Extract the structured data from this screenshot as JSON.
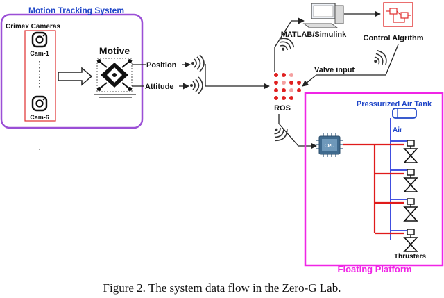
{
  "motion_system": {
    "title": "Motion Tracking System",
    "cameras_label": "Crimex Cameras",
    "cam_first": "Cam-1",
    "cam_last": "Cam-6"
  },
  "motive": {
    "label": "Motive"
  },
  "signals": {
    "position": "Position",
    "attitude": "Attitude",
    "valve_input": "Valve input"
  },
  "ros": {
    "label": "ROS"
  },
  "matlab": {
    "label": "MATLAB/Simulink"
  },
  "control": {
    "label": "Control Algrithm"
  },
  "platform": {
    "title": "Floating Platform",
    "tank_label": "Pressurized Air Tank",
    "air_label": "Air",
    "cpu_label": "CPU",
    "thrusters_label": "Thrusters"
  },
  "caption": "Figure 2. The system data flow in the Zero-G Lab.",
  "colors": {
    "motion_border": "#9b4fd6",
    "platform_border": "#f025e6",
    "title_blue": "#1f46c8",
    "ros_red": "#e02020",
    "wire_red": "#e01b1b",
    "air_blue": "#2b3bdc"
  }
}
